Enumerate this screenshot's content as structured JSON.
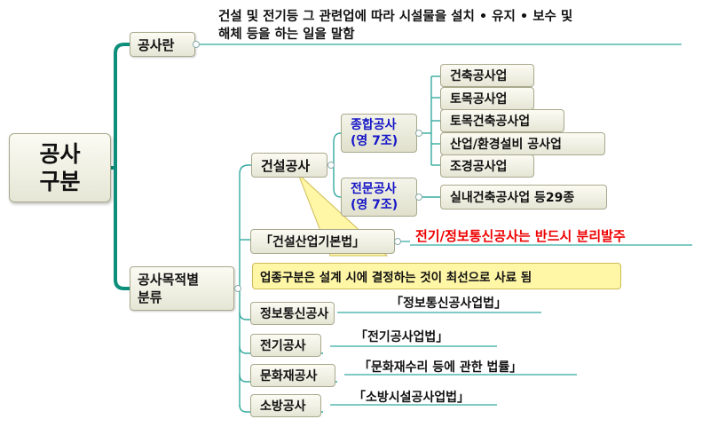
{
  "root": {
    "line1": "공사",
    "line2": "구분"
  },
  "definition": {
    "label": "공사란",
    "text_line1": "건설 및 전기등  그 관련업에 따라 시설물을 설치 • 유지 • 보수 및",
    "text_line2": "해체 등을 하는 일을 말함"
  },
  "classification": {
    "label_line1": "공사목적별",
    "label_line2": "분류",
    "construction": {
      "label": "건설공사",
      "general": {
        "label_line1": "종합공사",
        "label_line2": "(영 7조)",
        "items": [
          "건축공사업",
          "토목공사업",
          "토목건축공사업",
          "산업/환경설비 공사업",
          "조경공사업"
        ]
      },
      "specialty": {
        "label_line1": "전문공사",
        "label_line2": "(영 7조)",
        "item": "실내건축공사업 등29종"
      },
      "law": "「건설산업기본법」",
      "law_note": "전기/정보통신공사는 반드시 분리발주",
      "callout": "업종구분은 설계 시에 결정하는 것이 최선으로 사료 됨"
    },
    "others": [
      {
        "label": "정보통신공사",
        "law": "「정보통신공사업법」"
      },
      {
        "label": "전기공사",
        "law": "「전기공사업법」"
      },
      {
        "label": "문화재공사",
        "law": "「문화재수리 등에 관한 법률」"
      },
      {
        "label": "소방공사",
        "law": "「소방시설공사업법」"
      }
    ]
  },
  "colors": {
    "trunk": "#0e8f7c",
    "branch": "#33aaa0",
    "callout_fill": "#fff6a6",
    "warning_text": "#ee0000",
    "subtype_text": "#1414c8"
  }
}
